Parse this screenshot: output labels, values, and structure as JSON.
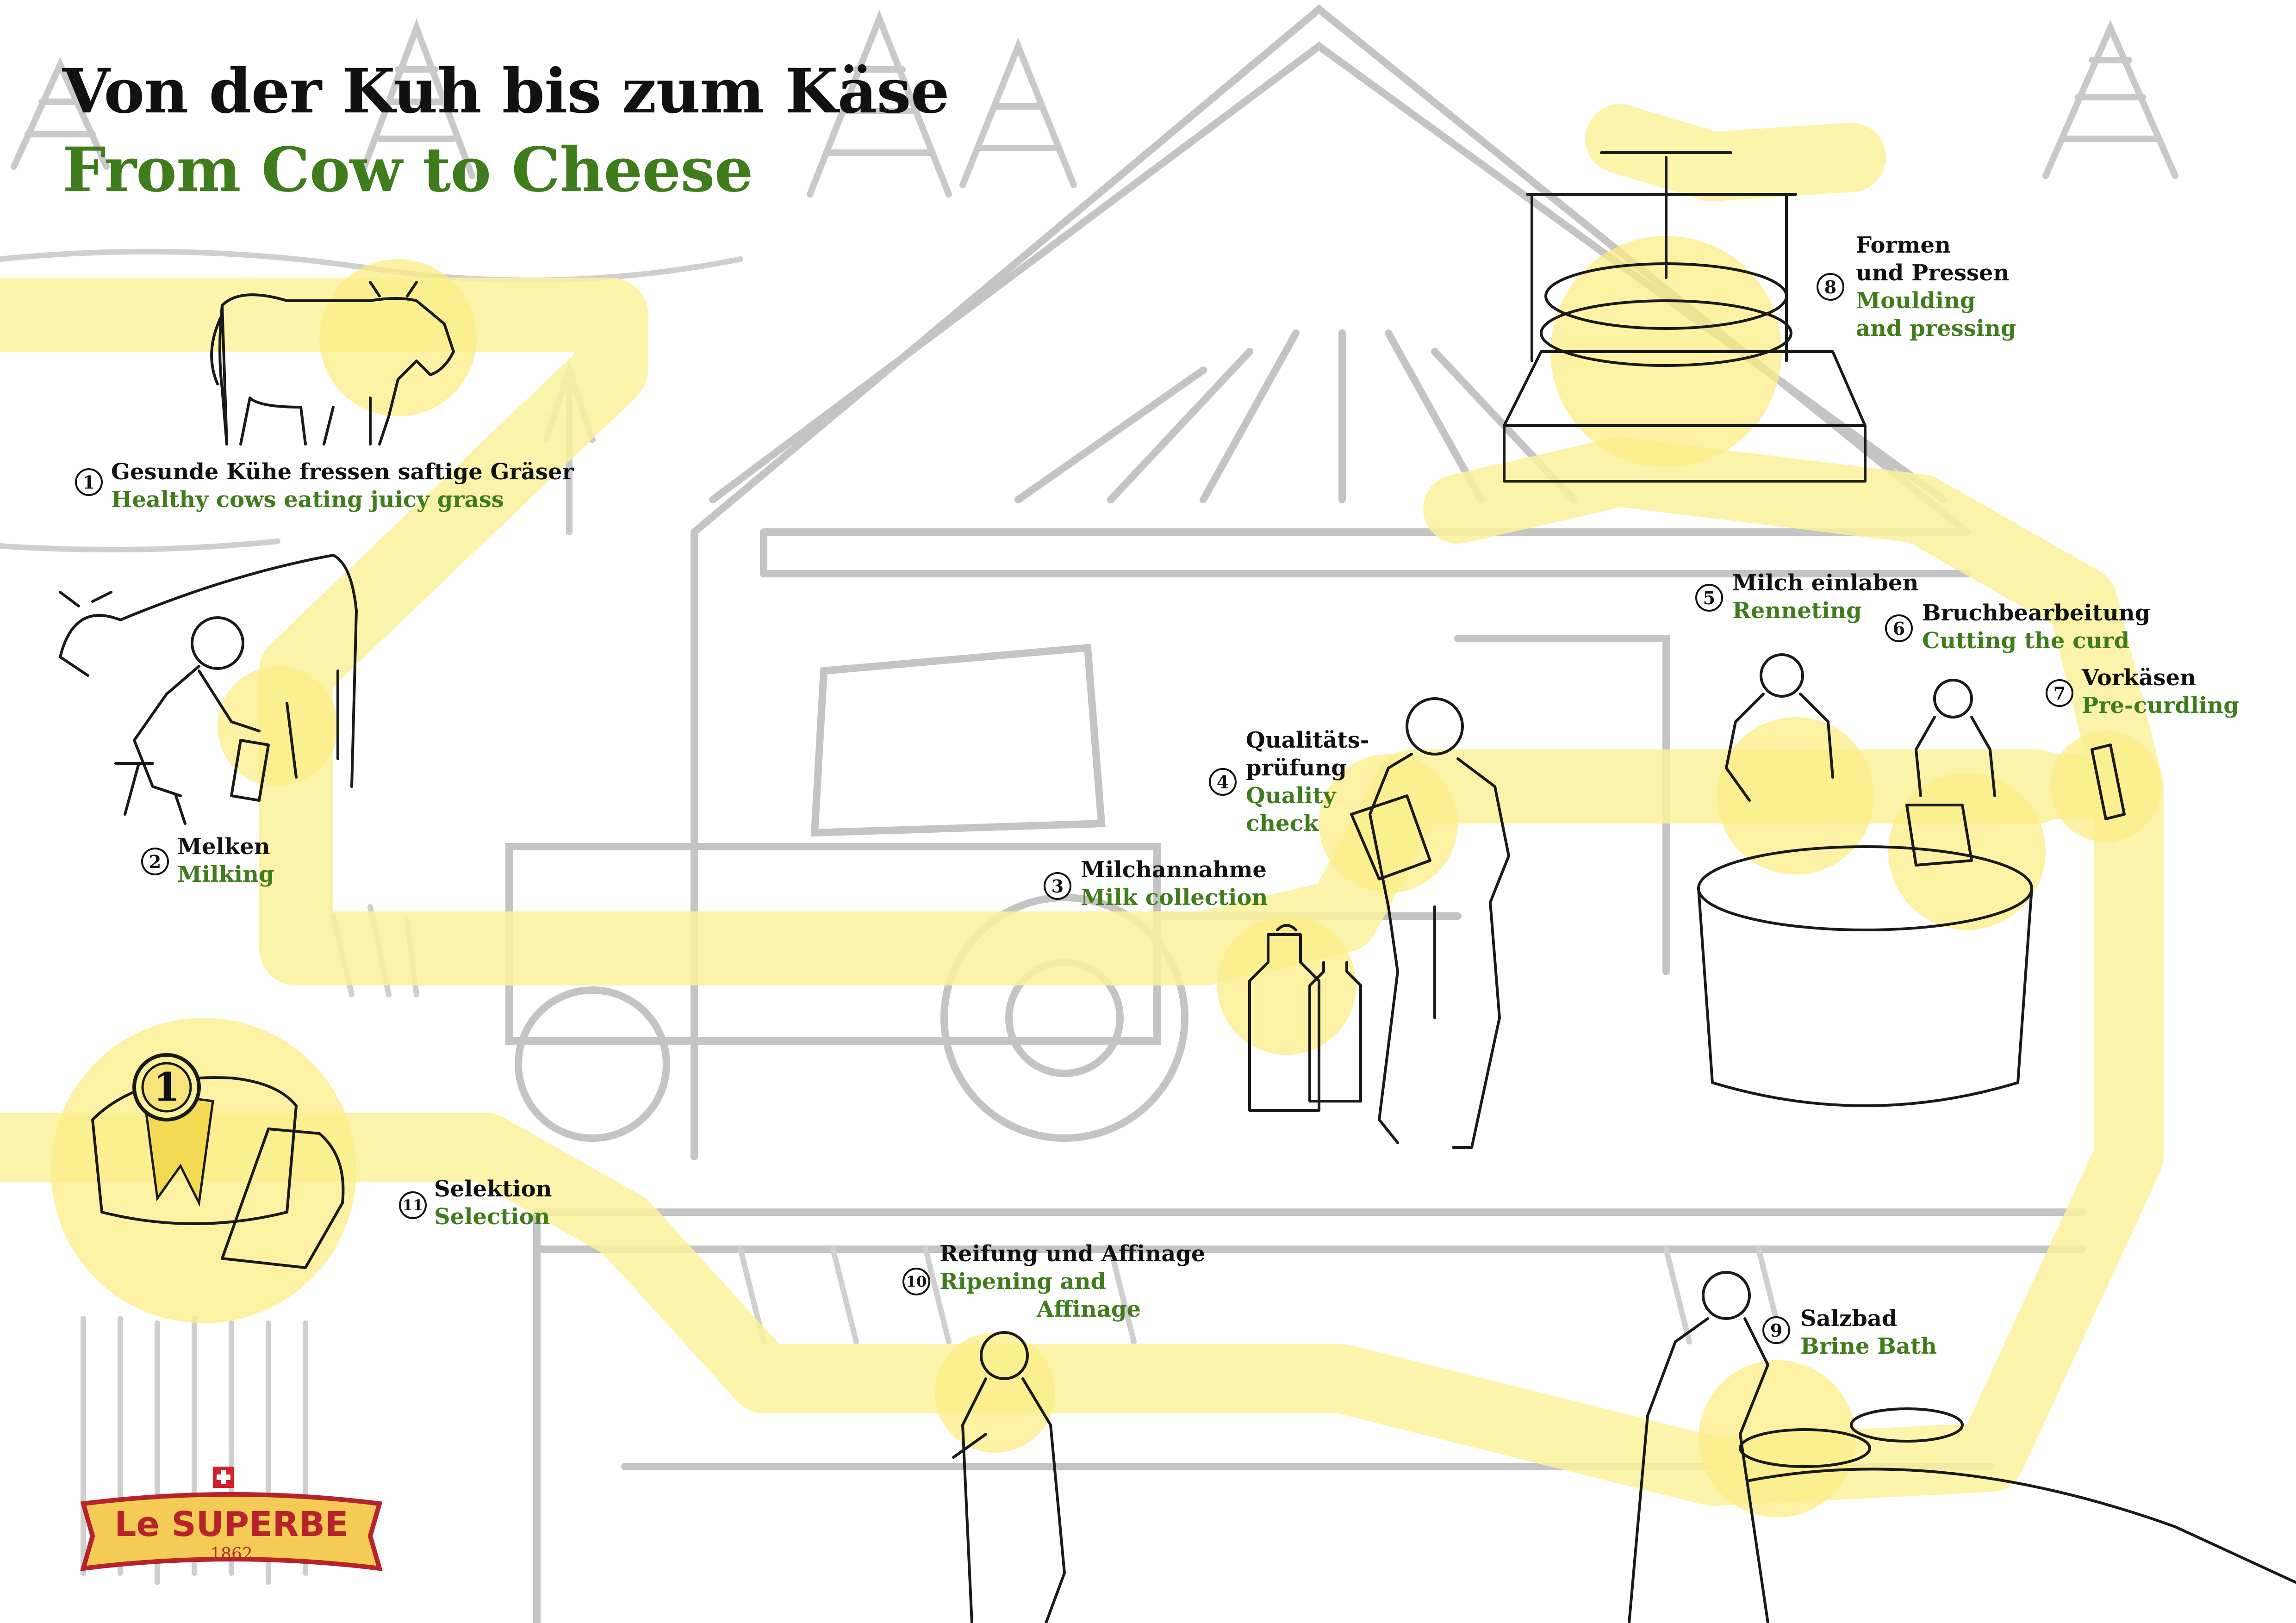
{
  "title": {
    "de": "Von der Kuh bis zum Käse",
    "en": "From Cow to Cheese"
  },
  "steps": [
    {
      "number": "1",
      "de": "Gesunde Kühe fressen saftige Gräser",
      "en": "Healthy cows eating juicy grass"
    },
    {
      "number": "2",
      "de": "Melken",
      "en": "Milking"
    },
    {
      "number": "3",
      "de": "Milchannahme",
      "en": "Milk collection"
    },
    {
      "number": "4",
      "de_line1": "Qualitäts-",
      "de_line2": "prüfung",
      "en_line1": "Quality",
      "en_line2": "check"
    },
    {
      "number": "5",
      "de": "Milch einlaben",
      "en": "Renneting"
    },
    {
      "number": "6",
      "de": "Bruchbearbeitung",
      "en": "Cutting the curd"
    },
    {
      "number": "7",
      "de": "Vorkäsen",
      "en": "Pre-curdling"
    },
    {
      "number": "8",
      "de_line1": "Formen",
      "de_line2": "und Pressen",
      "en_line1": "Moulding",
      "en_line2": "and pressing"
    },
    {
      "number": "9",
      "de": "Salzbad",
      "en": "Brine Bath"
    },
    {
      "number": "10",
      "de": "Reifung und Affinage",
      "en_line1": "Ripening and",
      "en_line2": "Affinage"
    },
    {
      "number": "11",
      "de": "Selektion",
      "en": "Selection"
    }
  ],
  "medal": "1",
  "logo": {
    "brand": "Le SUPERBE",
    "year": "1862"
  },
  "colors": {
    "accent_green": "#3f7d1c",
    "path_yellow": "#fbf29c",
    "sketch_grey": "#c8c8c8",
    "logo_red": "#b7232b",
    "logo_gold": "#f4cc55"
  }
}
